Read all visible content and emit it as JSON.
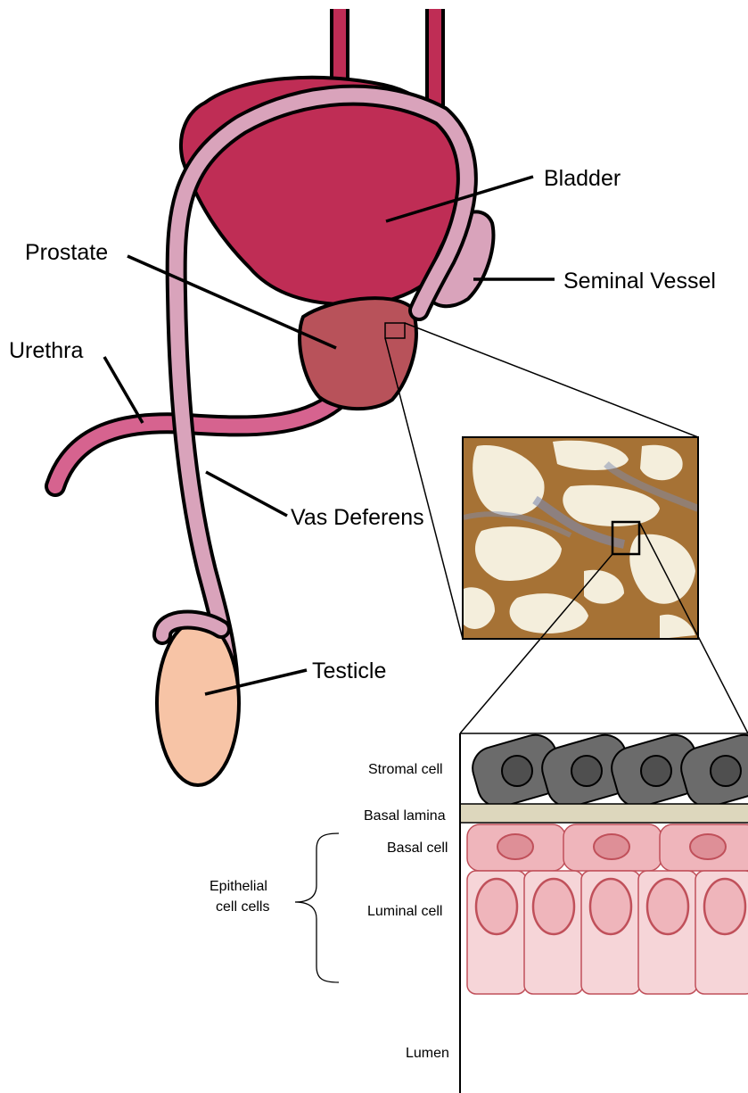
{
  "labels": {
    "bladder": "Bladder",
    "prostate": "Prostate",
    "seminal_vessel": "Seminal Vessel",
    "urethra": "Urethra",
    "vas_deferens": "Vas Deferens",
    "testicle": "Testicle"
  },
  "cell_labels": {
    "stromal_cell": "Stromal cell",
    "basal_lamina": "Basal lamina",
    "basal_cell": "Basal cell",
    "epithelial_line1": "Epithelial",
    "epithelial_line2": "cell cells",
    "luminal_cell": "Luminal cell",
    "lumen": "Lumen"
  },
  "colors": {
    "bladder": "#bf2d55",
    "prostate": "#b8525a",
    "vas_deferens": "#d9a3bb",
    "urethra": "#d6638f",
    "testicle": "#f7c4a6",
    "stromal": "#6b6b6b",
    "basal_lamina": "#ddd7bd",
    "basal_cell": "#efb5bb",
    "luminal_cell": "#f6d5d8",
    "nucleus_border": "#c0505a",
    "histology_tissue": "#9c6a2e",
    "histology_lumen": "#f4eedc"
  },
  "icons": {
    "bracket": "curly-brace-icon"
  }
}
